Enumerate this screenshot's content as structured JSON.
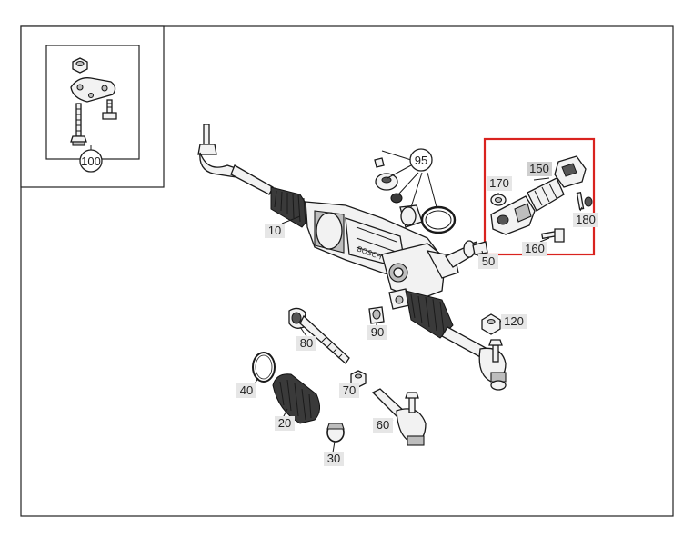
{
  "callouts": {
    "c100": "100",
    "c95": "95",
    "c10": "10",
    "c150": "150",
    "c170": "170",
    "c180": "180",
    "c160": "160",
    "c50": "50",
    "c120": "120",
    "c90": "90",
    "c80": "80",
    "c40": "40",
    "c70": "70",
    "c20": "20",
    "c60": "60",
    "c30": "30"
  },
  "colors": {
    "highlight_box": "#d9231f",
    "frame": "#222222",
    "label_background": "#e6e6e6"
  }
}
